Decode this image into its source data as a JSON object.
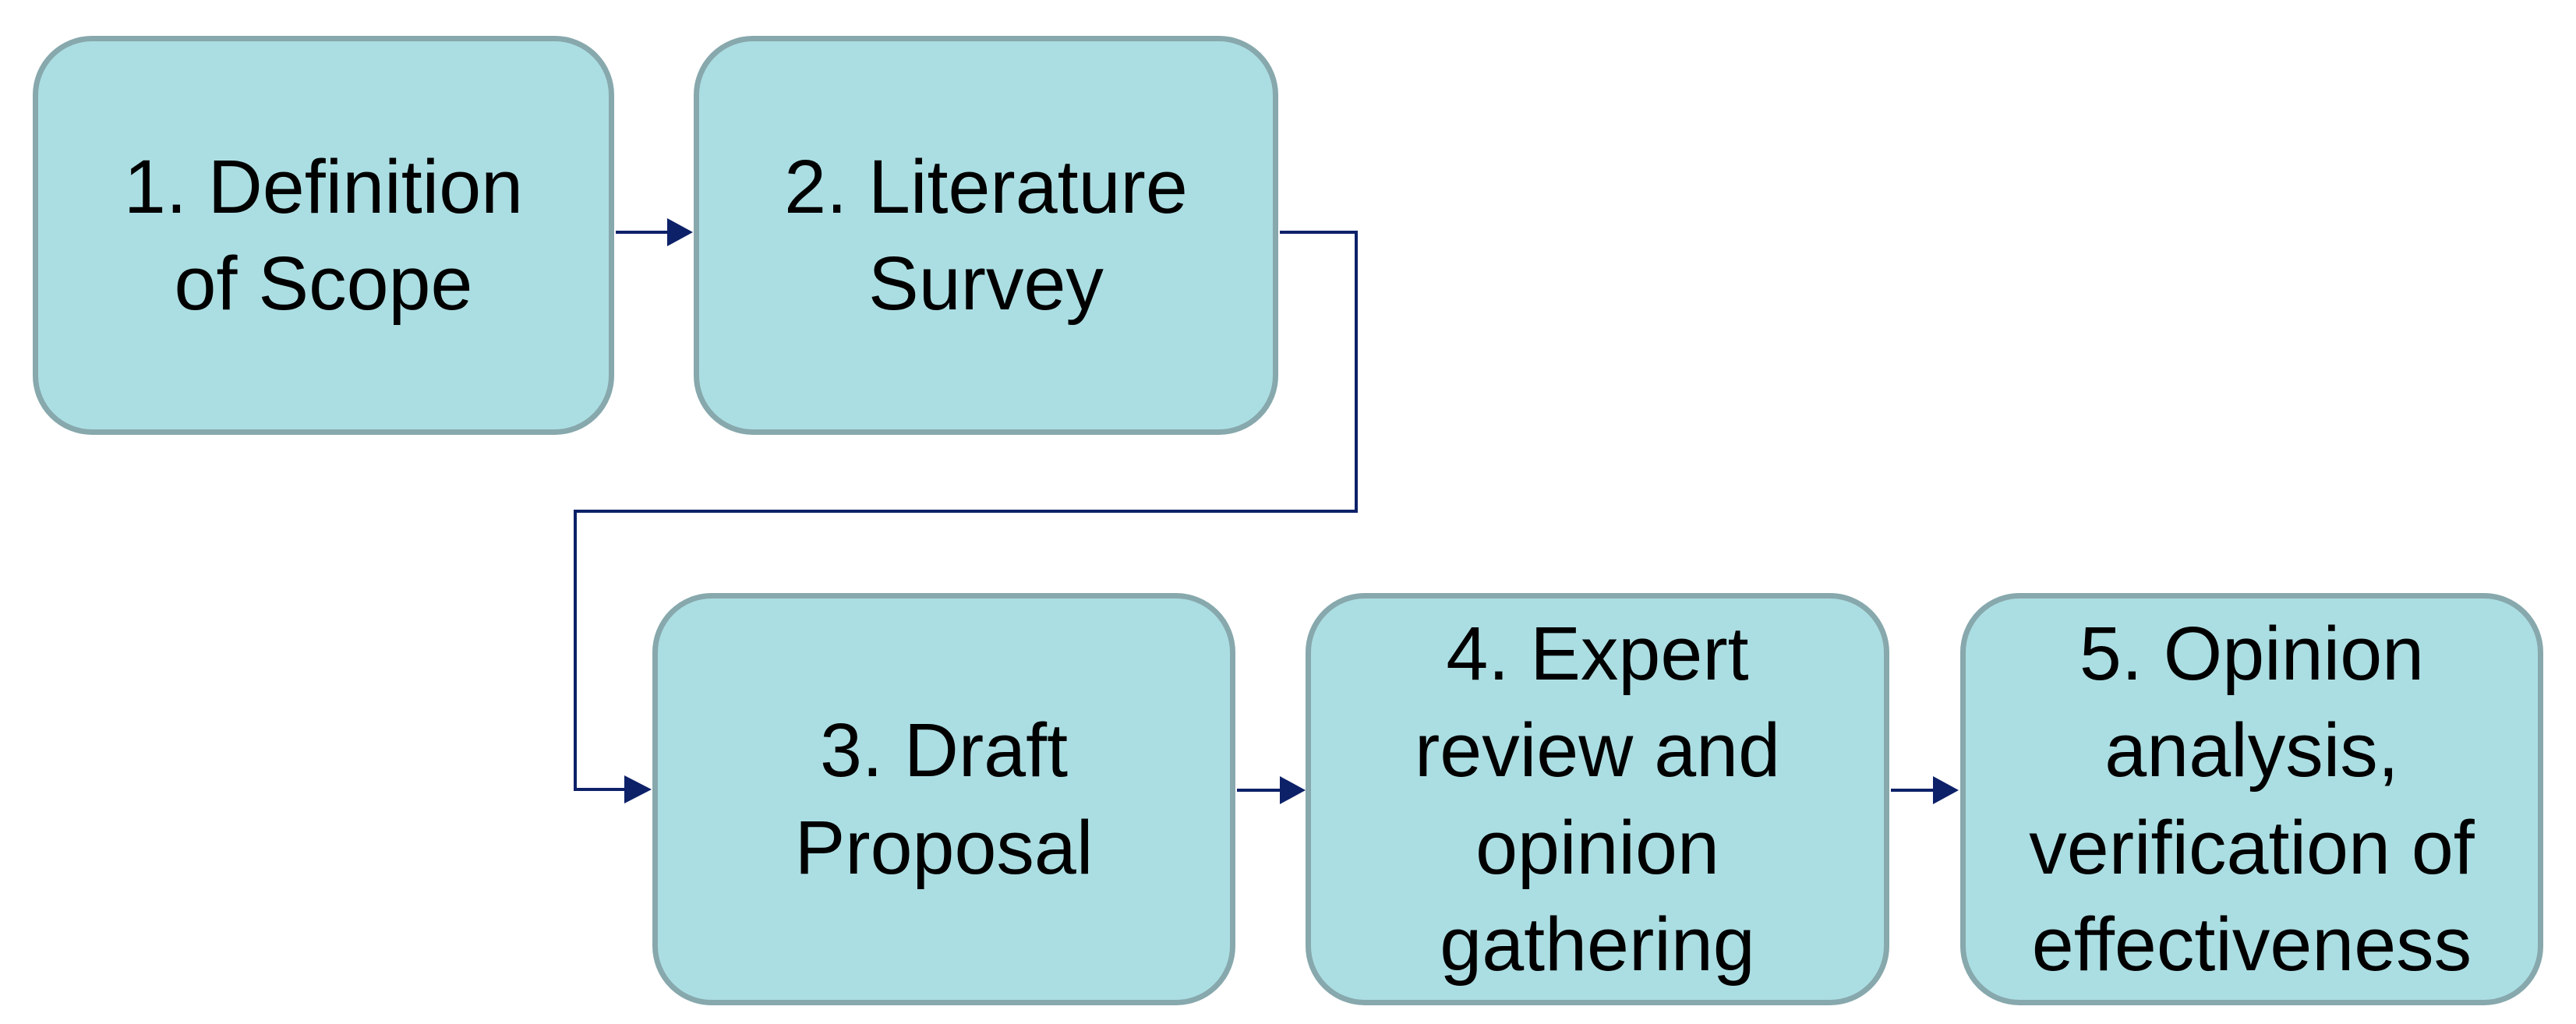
{
  "diagram": {
    "type": "flowchart",
    "steps": [
      {
        "id": "1",
        "label": "1. Definition\nof Scope"
      },
      {
        "id": "2",
        "label": "2. Literature\nSurvey"
      },
      {
        "id": "3",
        "label": "3. Draft\nProposal"
      },
      {
        "id": "4",
        "label": "4. Expert\nreview and\nopinion\ngathering"
      },
      {
        "id": "5",
        "label": "5. Opinion\nanalysis,\nverification of\neffectiveness"
      }
    ],
    "connections": [
      {
        "from": "1",
        "to": "2",
        "style": "straight-arrow"
      },
      {
        "from": "2",
        "to": "3",
        "style": "elbow-arrow"
      },
      {
        "from": "3",
        "to": "4",
        "style": "straight-arrow"
      },
      {
        "from": "4",
        "to": "5",
        "style": "straight-arrow"
      }
    ],
    "colors": {
      "box_fill": "#ABDEE3",
      "box_border": "#87A8AC",
      "arrow": "#0D2168",
      "text": "#000000",
      "background": "#FFFFFF"
    }
  }
}
